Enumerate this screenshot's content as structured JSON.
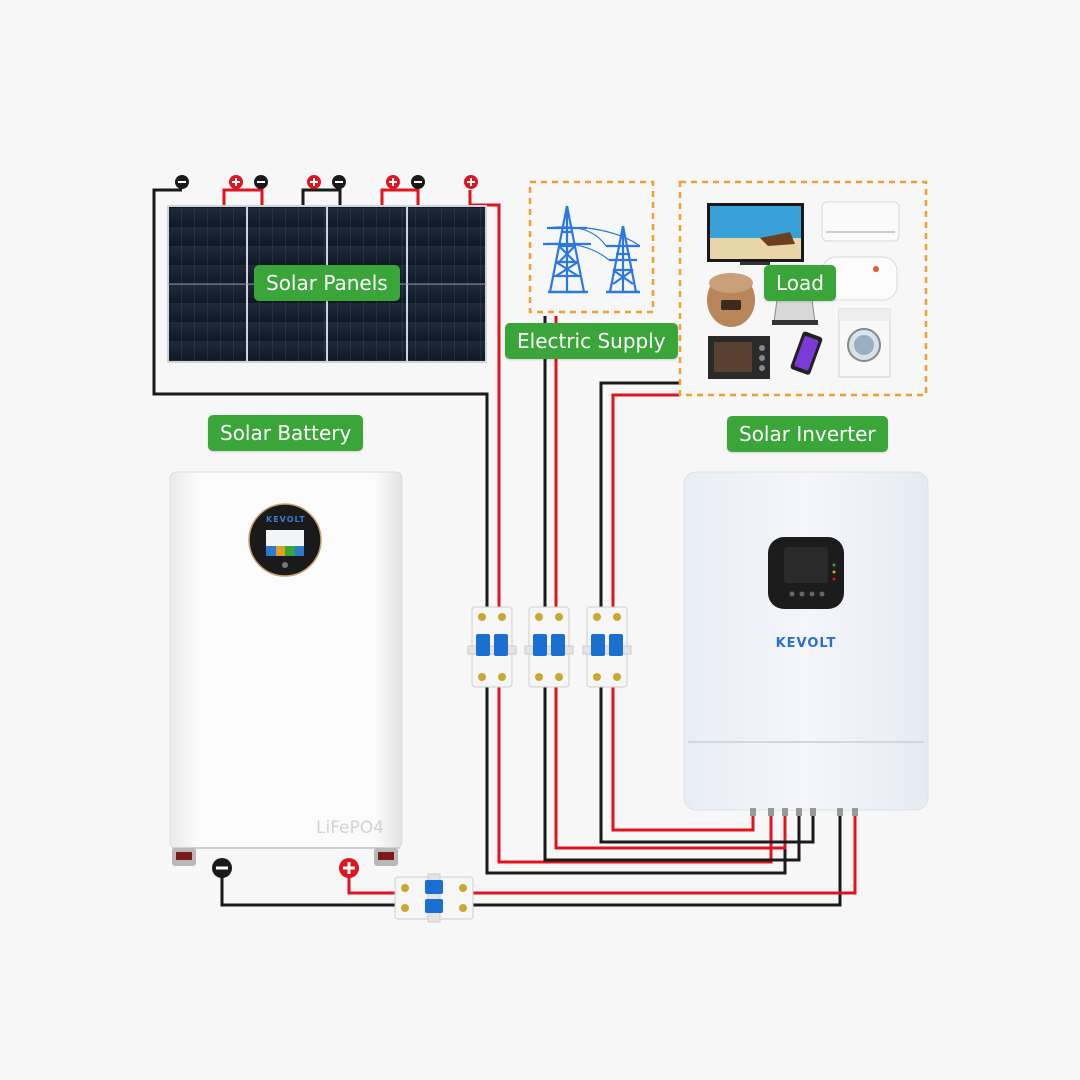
{
  "labels": {
    "solar_panels": "Solar Panels",
    "electric_supply": "Electric Supply",
    "load": "Load",
    "solar_battery": "Solar Battery",
    "solar_inverter": "Solar Inverter"
  },
  "battery": {
    "chemistry": "LiFePO4",
    "brand": "KEVOLT"
  },
  "inverter": {
    "brand": "KEVOLT"
  },
  "colors": {
    "positive_wire": "#e0141e",
    "negative_wire": "#1a1a1a",
    "label_bg": "#3aa63a",
    "dashed_border": "#f0a030",
    "breaker_blue": "#1a6fd0"
  },
  "icons": [
    "solar-panel-icon",
    "power-tower-icon",
    "tv-icon",
    "air-conditioner-icon",
    "water-heater-icon",
    "rice-cooker-icon",
    "kettle-icon",
    "oven-icon",
    "phone-icon",
    "washing-machine-icon",
    "circuit-breaker-icon",
    "positive-terminal-icon",
    "negative-terminal-icon"
  ]
}
